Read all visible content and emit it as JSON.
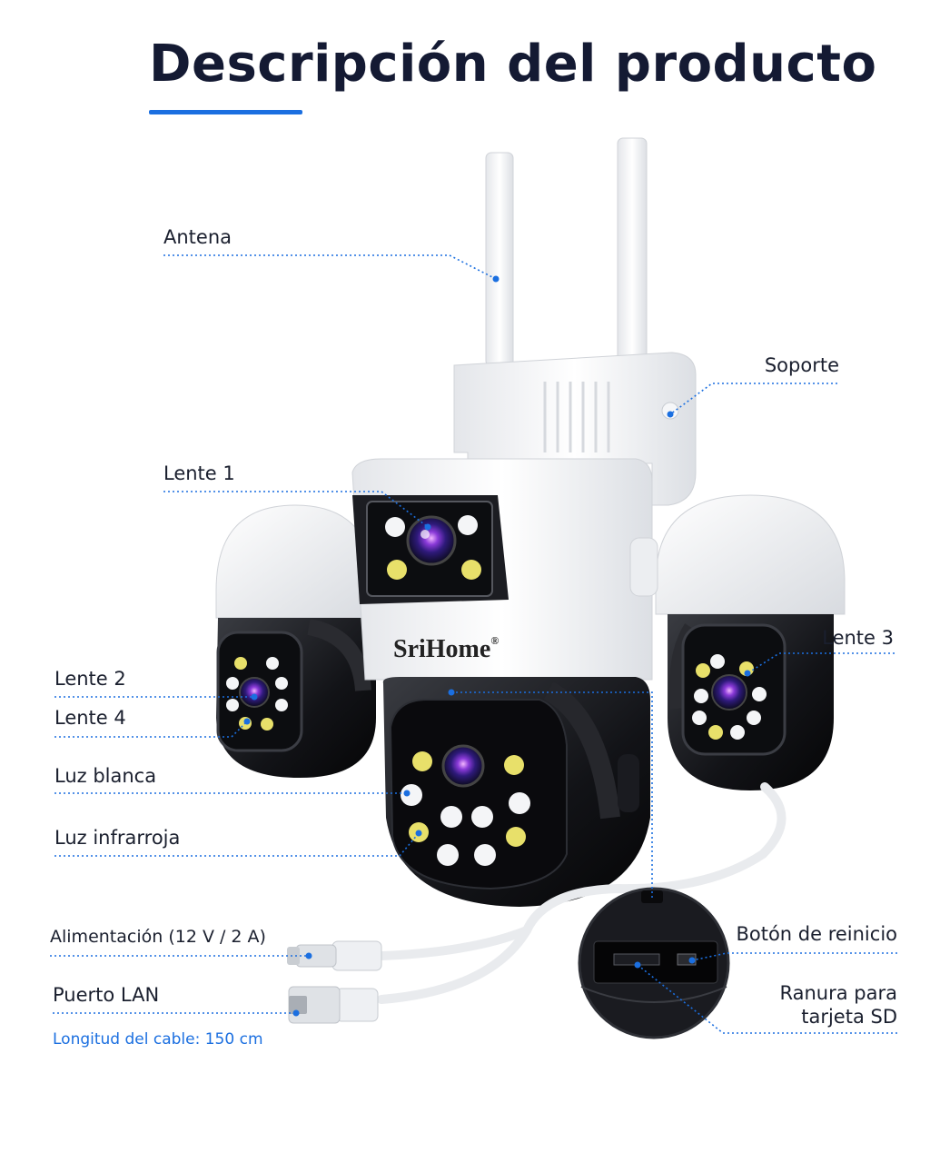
{
  "title": "Descripción del producto",
  "brand": {
    "name": "SriHome",
    "mark": "®"
  },
  "labels": {
    "antenna": "Antena",
    "bracket": "Soporte",
    "lens1": "Lente 1",
    "lens2": "Lente 2",
    "lens3": "Lente 3",
    "lens4": "Lente 4",
    "white_light": "Luz blanca",
    "infrared_light": "Luz infrarroja",
    "power": "Alimentación (12 V / 2 A)",
    "lan": "Puerto LAN",
    "reset": "Botón de reinicio",
    "sd_line1": "Ranura para",
    "sd_line2": "tarjeta SD"
  },
  "cable_length": "Longitud del cable: 150 cm",
  "colors": {
    "accent": "#1b6fe0",
    "title": "#141a33"
  }
}
